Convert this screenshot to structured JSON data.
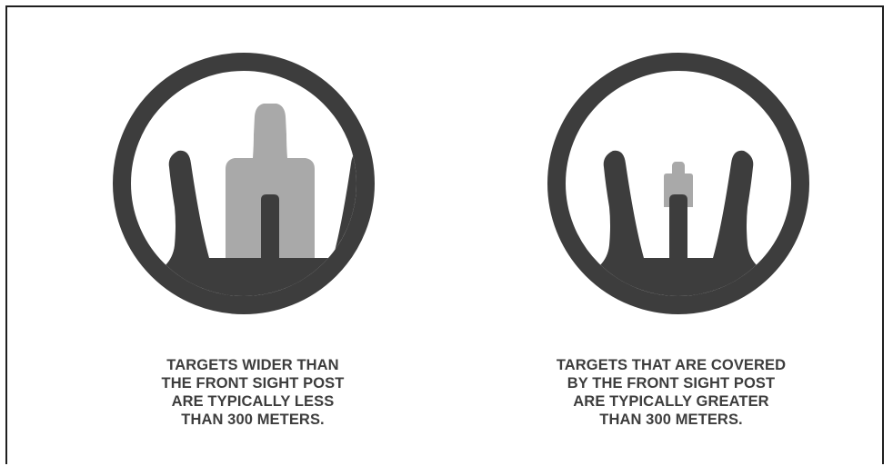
{
  "colors": {
    "sight_dark": "#3d3d3d",
    "target_gray": "#a9a9a9",
    "background": "#ffffff",
    "border": "#1f1f1f"
  },
  "panels": [
    {
      "id": "near",
      "target_size": "large",
      "caption_lines": [
        "TARGETS WIDER THAN",
        "THE FRONT SIGHT POST",
        "ARE TYPICALLY LESS",
        "THAN 300 METERS."
      ]
    },
    {
      "id": "far",
      "target_size": "small",
      "caption_lines": [
        "TARGETS THAT ARE COVERED",
        "BY THE FRONT SIGHT POST",
        "ARE TYPICALLY GREATER",
        "THAN 300 METERS."
      ]
    }
  ]
}
